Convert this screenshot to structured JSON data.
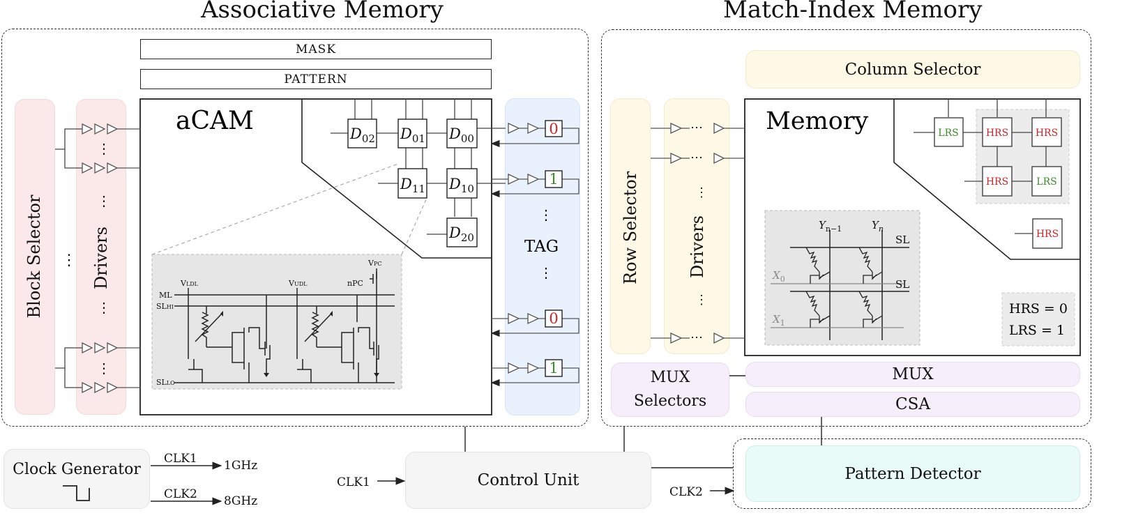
{
  "titles": {
    "associative": "Associative Memory",
    "match_index": "Match-Index Memory"
  },
  "acam": {
    "mask": "MASK",
    "pattern": "PATTERN",
    "title": "aCAM",
    "block_selector": "Block Selector",
    "drivers": "Drivers",
    "tag": "TAG",
    "dots": "⋮",
    "cells": [
      {
        "main": "D",
        "sub": "02"
      },
      {
        "main": "D",
        "sub": "01"
      },
      {
        "main": "D",
        "sub": "00"
      },
      {
        "main": "D",
        "sub": "11"
      },
      {
        "main": "D",
        "sub": "10"
      },
      {
        "main": "D",
        "sub": "20"
      }
    ],
    "tag_bits": [
      "0",
      "1",
      "0",
      "1"
    ],
    "circuit": {
      "vldl": "V",
      "vldl_sub": "LDL",
      "vudl": "V",
      "vudl_sub": "UDL",
      "vpc": "V",
      "vpc_sub": "PC",
      "npc": "nPC",
      "ml": "ML",
      "slhi": "SL",
      "slhi_sub": "HI",
      "sllo": "SL",
      "sllo_sub": "LO"
    }
  },
  "mim": {
    "column_selector": "Column Selector",
    "row_selector": "Row Selector",
    "drivers": "Drivers",
    "memory_title": "Memory",
    "cells": [
      "LRS",
      "HRS",
      "HRS",
      "HRS",
      "LRS",
      "HRS"
    ],
    "legend": [
      "HRS = 0",
      "LRS = 1"
    ],
    "mux_selectors": [
      "MUX",
      "Selectors"
    ],
    "mux": "MUX",
    "csa": "CSA",
    "crossbar": {
      "y1": "Y",
      "y1_sub": "n−1",
      "y2": "Y",
      "y2_sub": "n",
      "x0": "X",
      "x0_sub": "0",
      "x1": "X",
      "x1_sub": "1",
      "sl": "SL"
    }
  },
  "bottom": {
    "clock_generator": "Clock Generator",
    "clk1": "CLK1",
    "clk2": "CLK2",
    "freq1": "1GHz",
    "freq2": "8GHz",
    "control_unit": "Control Unit",
    "pattern_detector": "Pattern Detector",
    "clk1_in": "CLK1",
    "clk2_in": "CLK2"
  },
  "colors": {
    "pink": "#fbe9ea",
    "yellow": "#fdf9e6",
    "blue": "#e9f1fc",
    "lavender": "#f6eefb",
    "mint": "#e8fbf7",
    "grey": "#e6e6e6",
    "red_bit": "#d1232a",
    "green_bit": "#3d8a2a"
  }
}
